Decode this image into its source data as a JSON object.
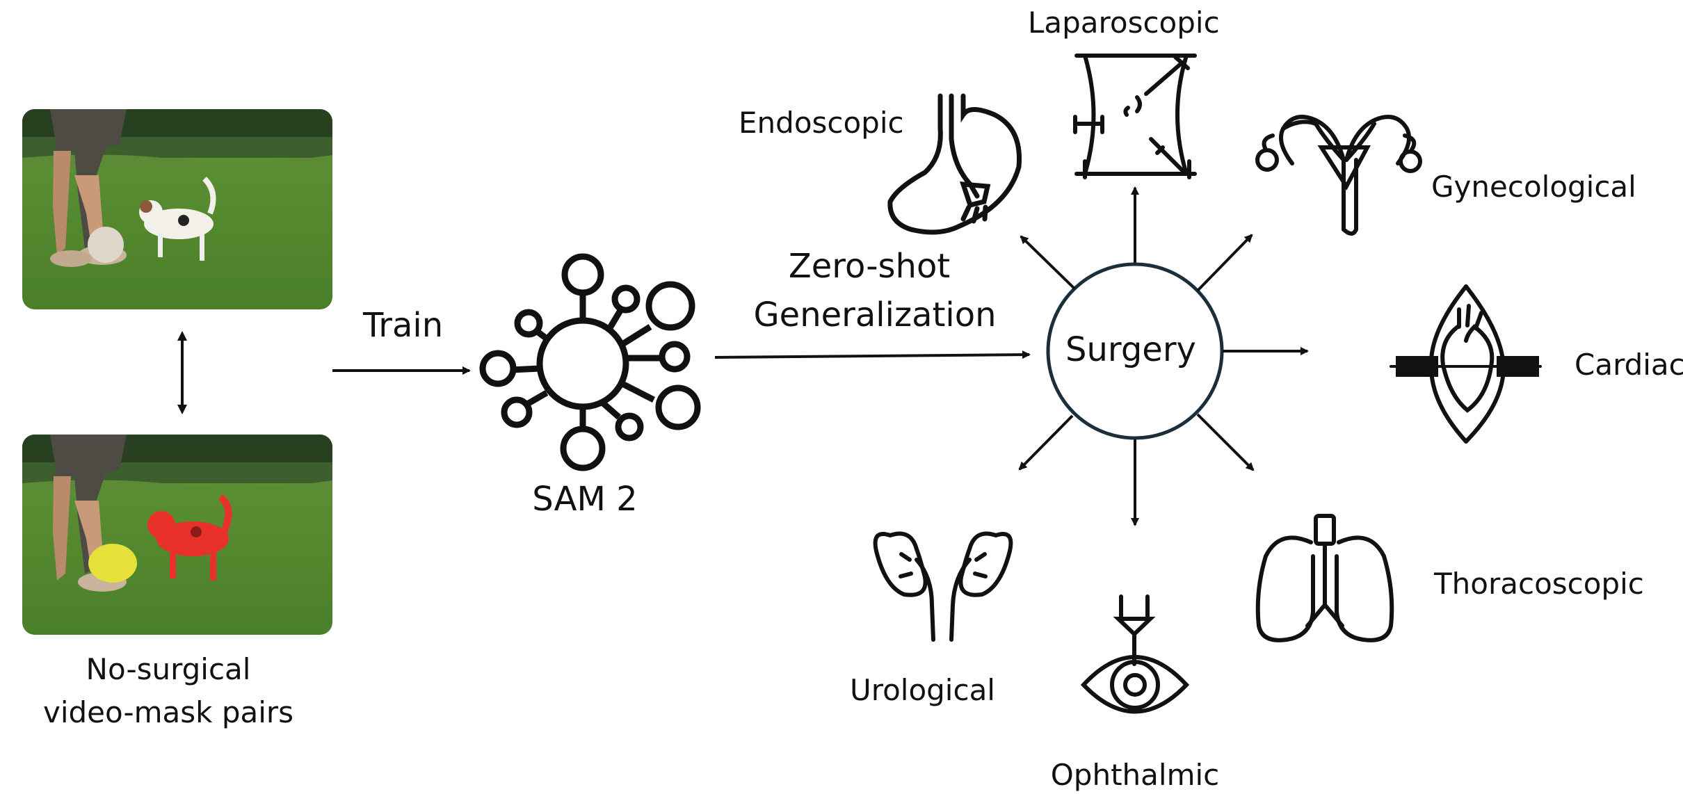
{
  "source": {
    "caption_line1": "No-surgical",
    "caption_line2": "video-mask pairs"
  },
  "flow": {
    "train_label": "Train",
    "model_label": "SAM 2",
    "generalization_line1": "Zero-shot",
    "generalization_line2": "Generalization",
    "hub_label": "Surgery"
  },
  "categories": {
    "laparoscopic": "Laparoscopic",
    "endoscopic": "Endoscopic",
    "gynecological": "Gynecological",
    "cardiac": "Cardiac",
    "thoracoscopic": "Thoracoscopic",
    "ophthalmic": "Ophthalmic",
    "urological": "Urological"
  },
  "colors": {
    "grass": "#4f8a2e",
    "mask": "#e8312a",
    "ball_mask": "#e6e13a",
    "hub_stroke": "#1b2f3b"
  }
}
